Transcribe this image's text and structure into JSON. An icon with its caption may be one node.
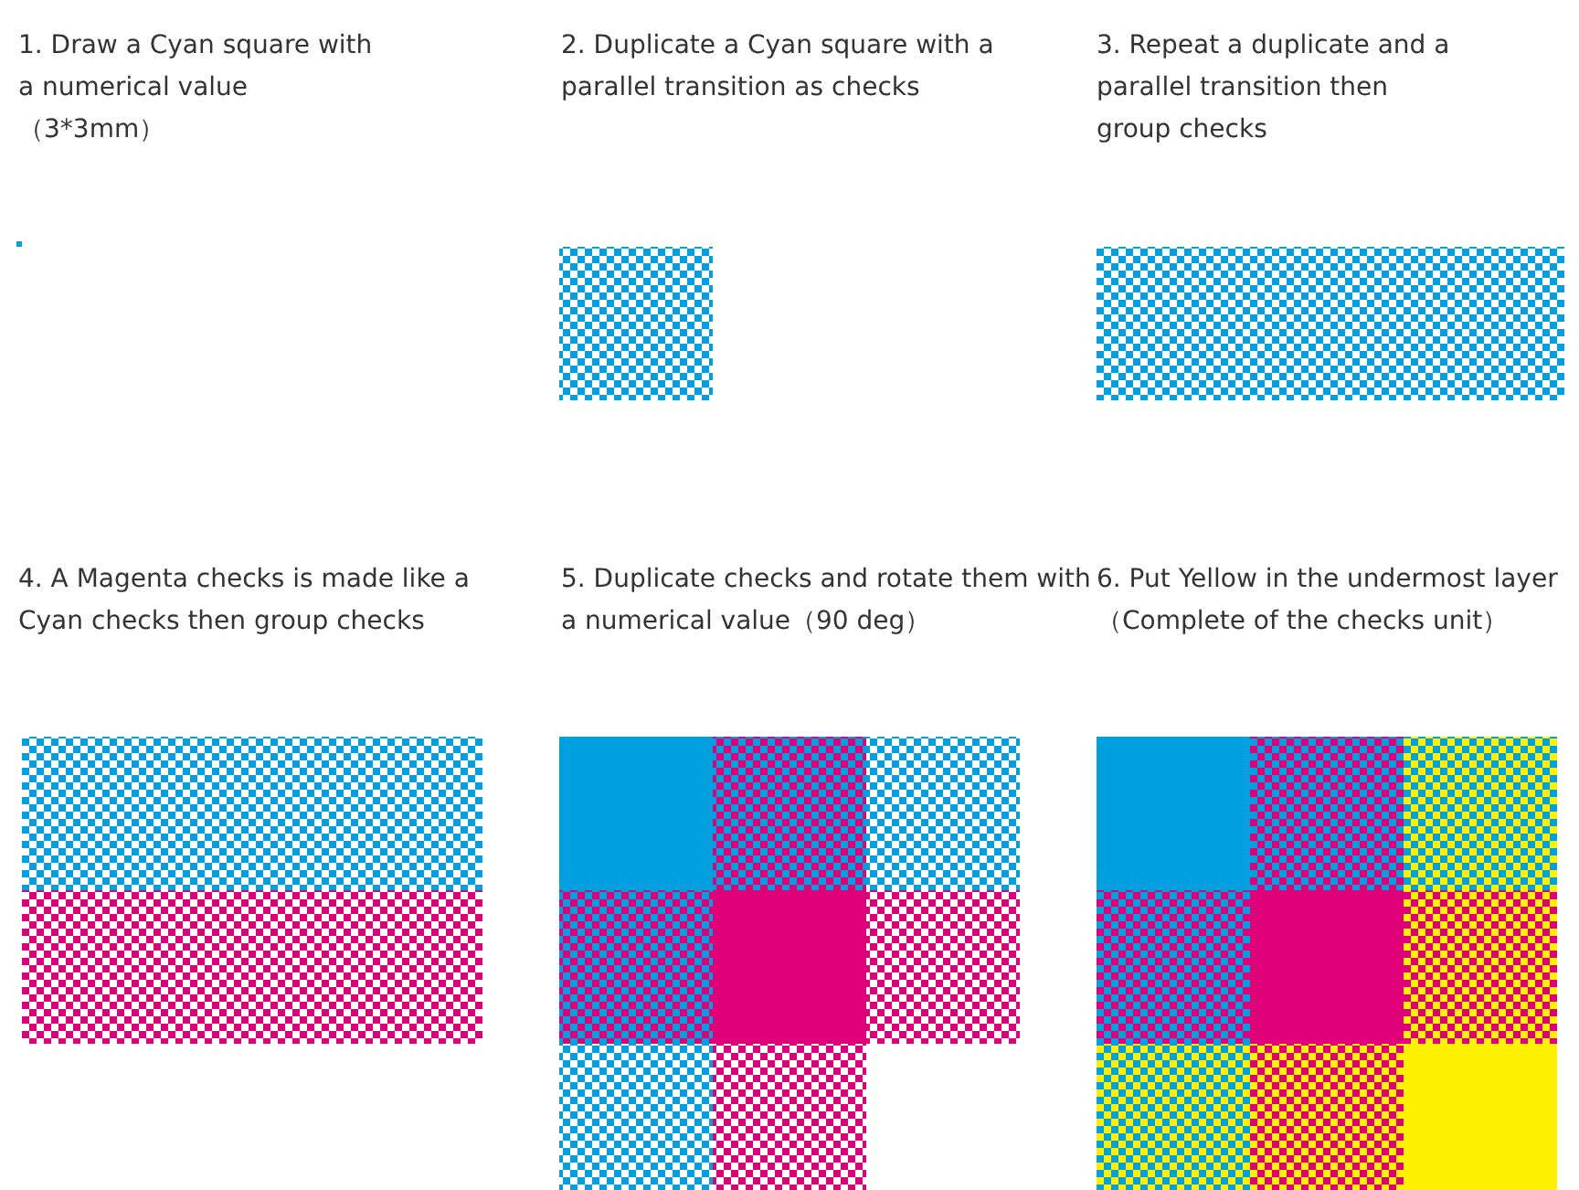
{
  "diagram": {
    "labels": [
      "1. Draw a Cyan square with a numerical value （3*3mm）",
      "2. Duplicate a Cyan square with a parallel transition as checks",
      "3. Repeat a duplicate and a parallel transition then group checks",
      "4. A Magenta checks is made like a Cyan checks then group checks",
      "5. Duplicate checks and rotate them with a numerical value（90 deg）",
      "6. Put Yellow in the undermost layer （Complete of the checks unit）"
    ]
  }
}
